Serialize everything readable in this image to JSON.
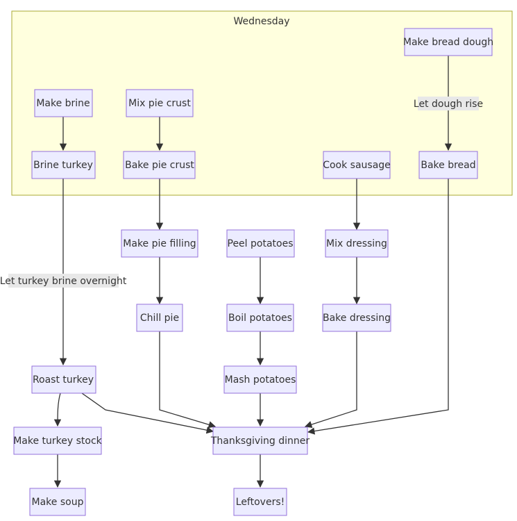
{
  "cluster": {
    "title": "Wednesday"
  },
  "nodes": {
    "make_bread_dough": "Make bread dough",
    "make_brine": "Make brine",
    "mix_pie_crust": "Mix pie crust",
    "brine_turkey": "Brine turkey",
    "bake_pie_crust": "Bake pie crust",
    "cook_sausage": "Cook sausage",
    "bake_bread": "Bake bread",
    "make_pie_filling": "Make pie filling",
    "peel_potatoes": "Peel potatoes",
    "mix_dressing": "Mix dressing",
    "chill_pie": "Chill pie",
    "boil_potatoes": "Boil potatoes",
    "bake_dressing": "Bake dressing",
    "roast_turkey": "Roast turkey",
    "mash_potatoes": "Mash potatoes",
    "make_turkey_stock": "Make turkey stock",
    "thanksgiving_dinner": "Thanksgiving dinner",
    "make_soup": "Make soup",
    "leftovers": "Leftovers!"
  },
  "edge_labels": {
    "dough_rise": "Let dough rise",
    "turkey_brine_overnight": "Let turkey brine overnight"
  }
}
